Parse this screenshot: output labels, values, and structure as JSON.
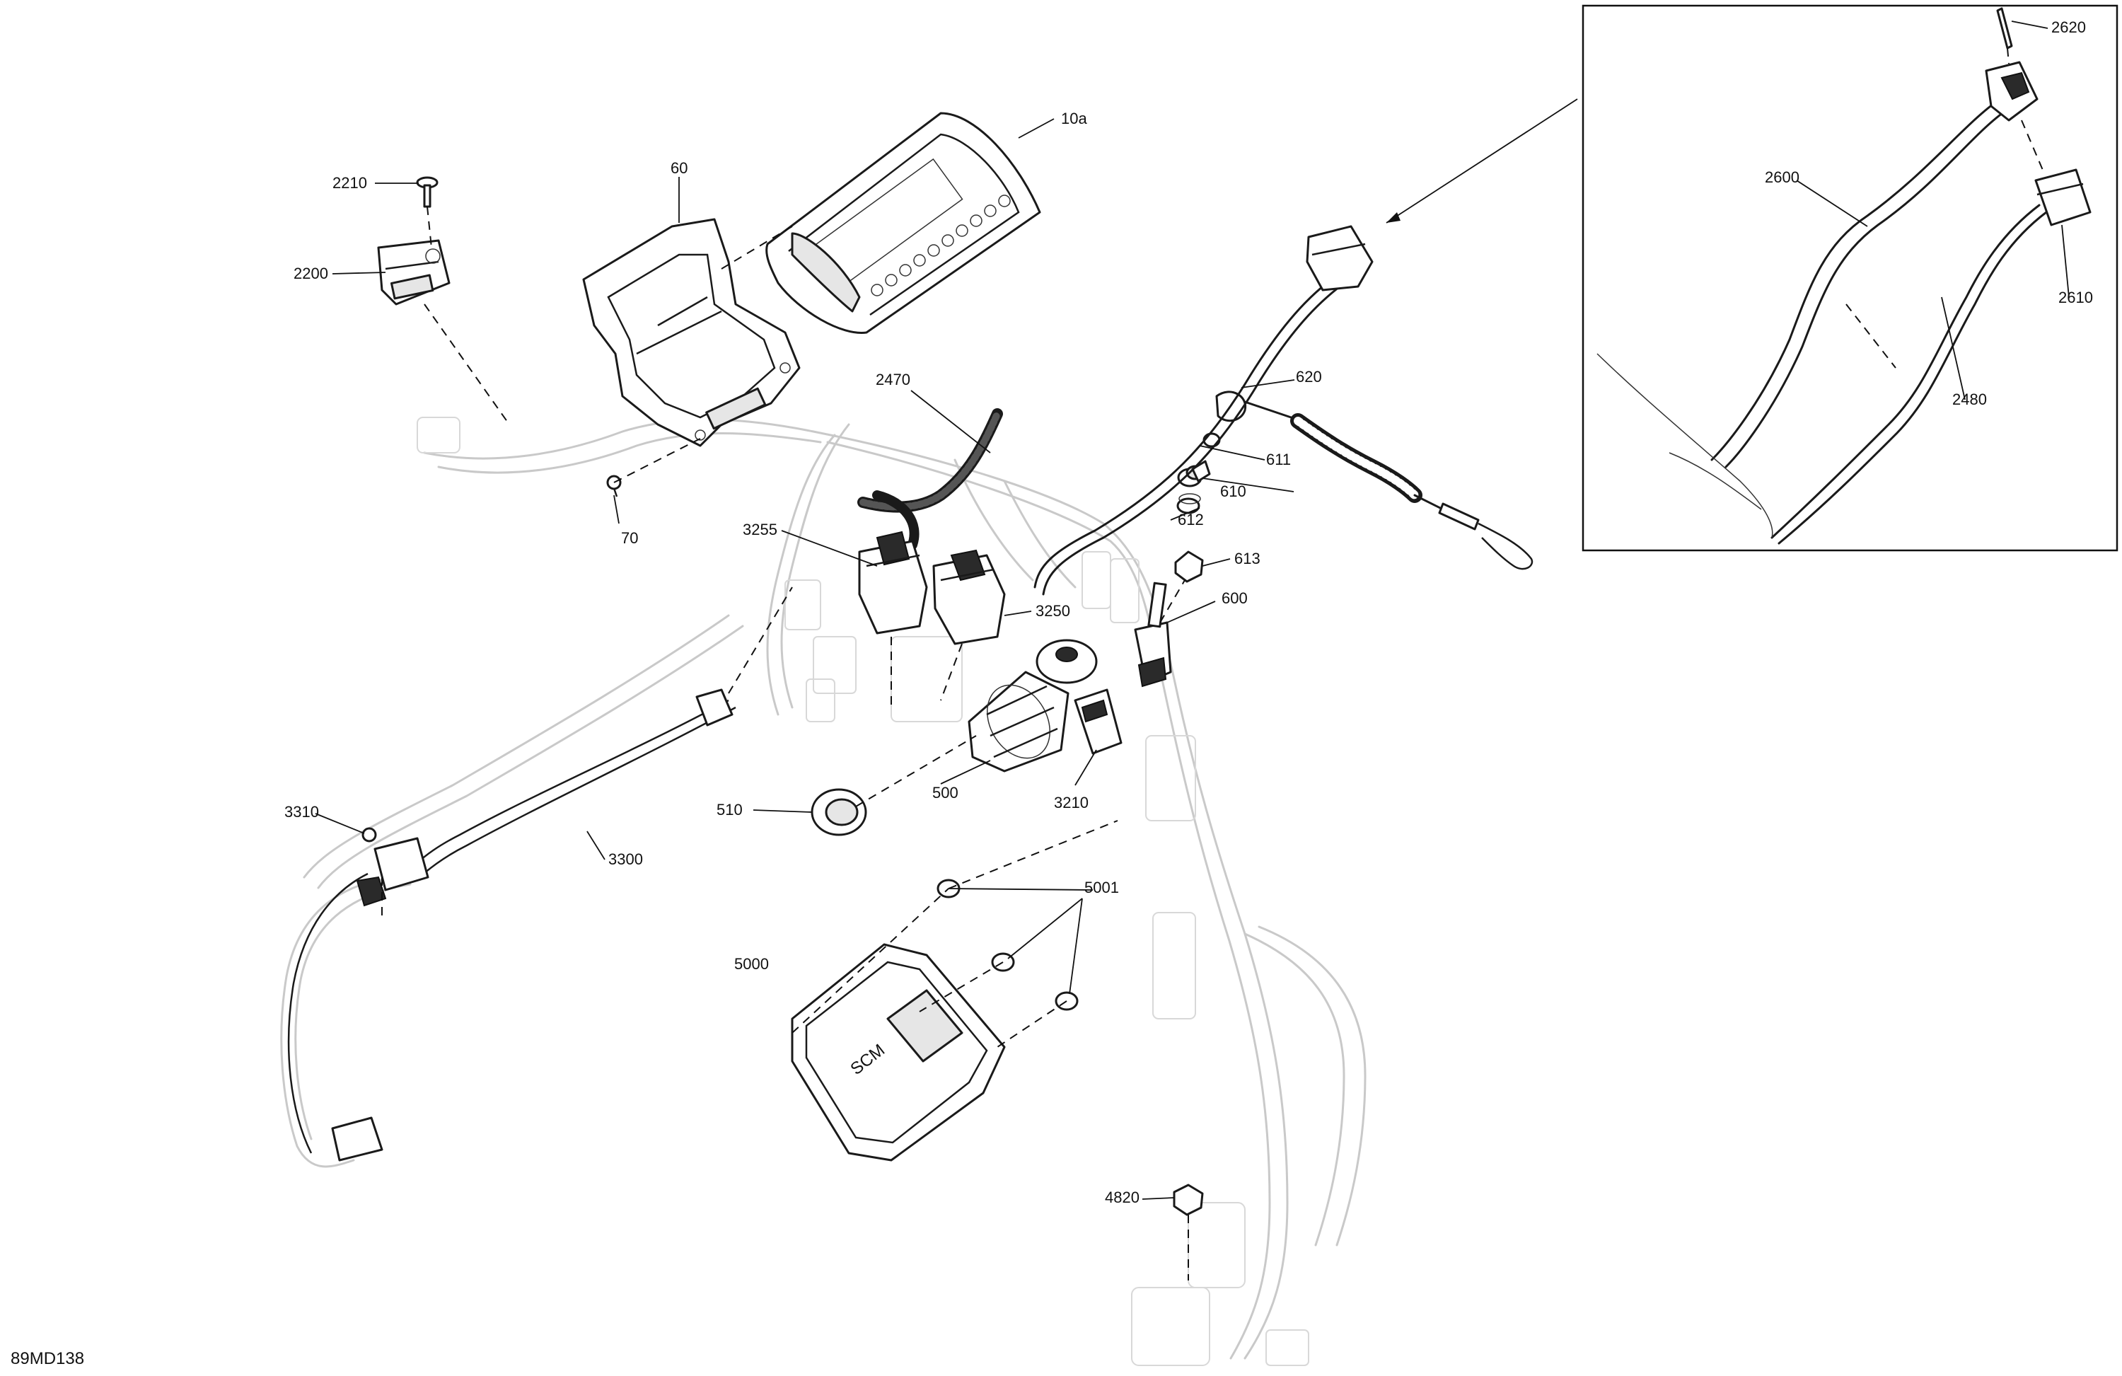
{
  "figure_code": "89MD138",
  "callouts": {
    "c_10a": "10a",
    "c_60": "60",
    "c_70": "70",
    "c_2200": "2200",
    "c_2210": "2210",
    "c_2470": "2470",
    "c_3255": "3255",
    "c_3250": "3250",
    "c_3210": "3210",
    "c_500": "500",
    "c_510": "510",
    "c_600": "600",
    "c_610": "610",
    "c_611": "611",
    "c_612": "612",
    "c_613": "613",
    "c_620": "620",
    "c_3300": "3300",
    "c_3310": "3310",
    "c_5000": "5000",
    "c_5001": "5001",
    "c_4820": "4820",
    "c_2480": "2480",
    "c_2600": "2600",
    "c_2610": "2610",
    "c_2620": "2620"
  },
  "gauge_label": "SCM"
}
